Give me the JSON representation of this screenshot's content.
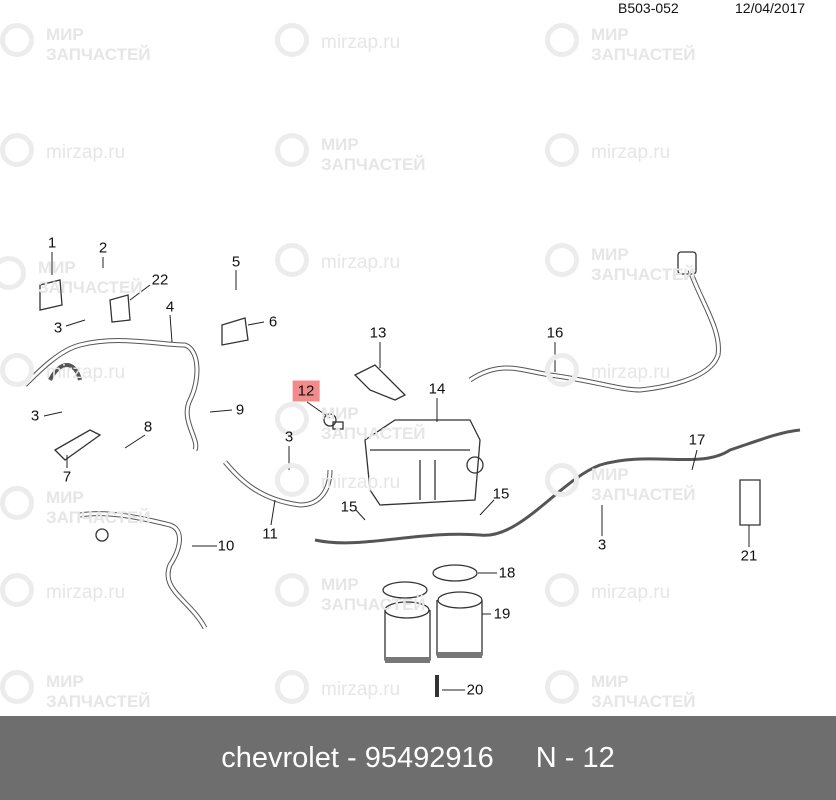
{
  "header": {
    "code": "B503-052",
    "date": "12/04/2017"
  },
  "watermark": {
    "brand_line1": "МИР",
    "brand_line2": "ЗАПЧАСТЕЙ",
    "url": "mirzap.ru"
  },
  "highlight_color": "#f28b8b",
  "callouts": [
    "1",
    "2",
    "22",
    "3",
    "4",
    "5",
    "6",
    "13",
    "16",
    "12",
    "14",
    "9",
    "8",
    "3",
    "7",
    "3",
    "17",
    "15",
    "15",
    "11",
    "10",
    "3",
    "21",
    "18",
    "19",
    "20"
  ],
  "footer": {
    "part": "chevrolet - 95492916",
    "ref": "N - 12"
  }
}
